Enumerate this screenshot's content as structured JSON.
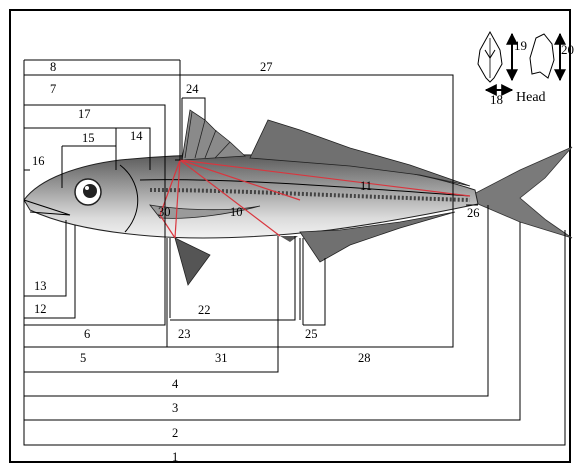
{
  "diagram": {
    "measurement_labels": [
      "1",
      "2",
      "3",
      "4",
      "5",
      "6",
      "8",
      "7",
      "17",
      "15",
      "14",
      "16",
      "13",
      "12",
      "23",
      "22",
      "31",
      "25",
      "28",
      "27",
      "24",
      "26",
      "30",
      "10",
      "11"
    ],
    "inset": {
      "caption": "Head",
      "labels": [
        "19",
        "20",
        "18"
      ]
    }
  }
}
